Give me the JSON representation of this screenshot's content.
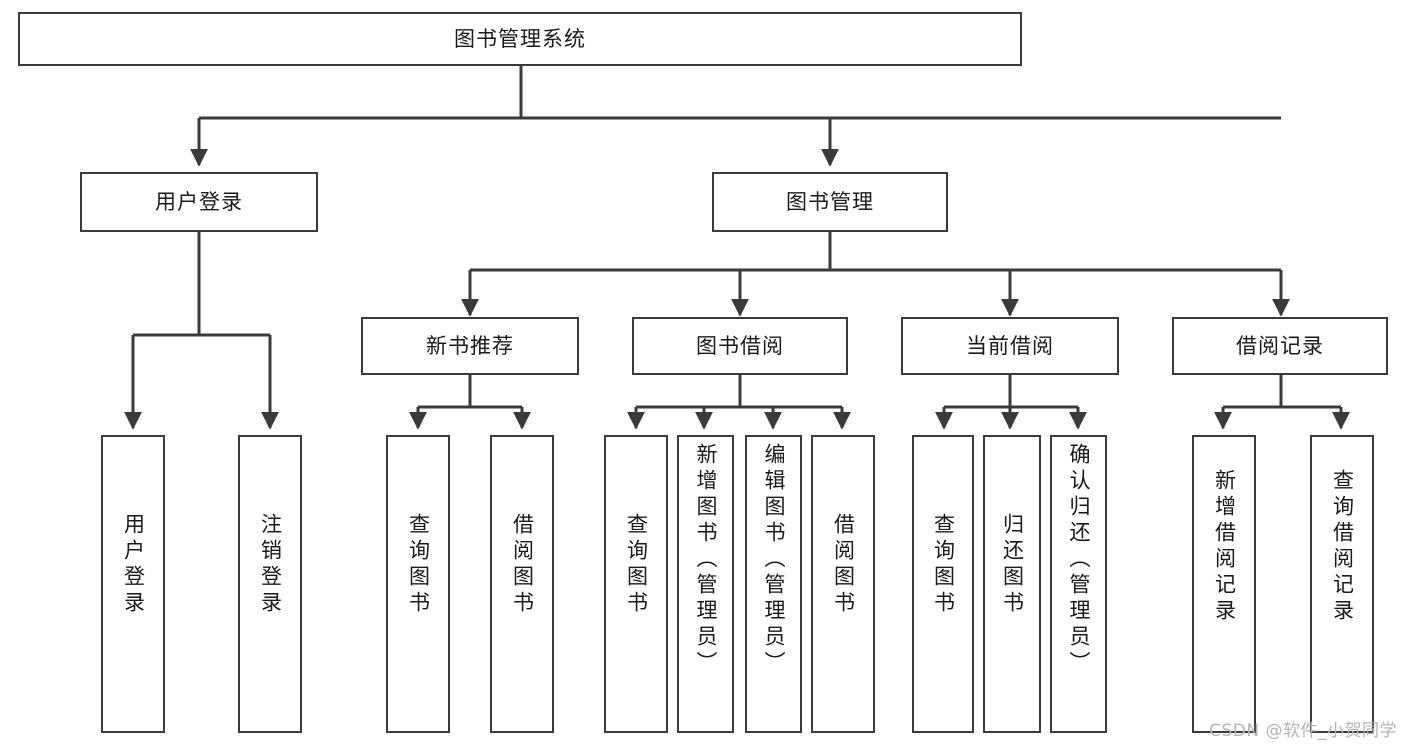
{
  "diagram": {
    "title": "图书管理系统",
    "type": "tree",
    "watermark": "CSDN @软件_小贺同学",
    "colors": {
      "stroke": "#3a3a3a",
      "fill": "#ffffff",
      "text": "#1a1a1a",
      "watermark": "#b4b4b4"
    },
    "nodes": {
      "root": {
        "label": "图书管理系统",
        "level": 0
      },
      "level1": [
        {
          "id": "user-login",
          "label": "用户登录"
        },
        {
          "id": "book-manage",
          "label": "图书管理"
        }
      ],
      "level2": [
        {
          "id": "new-book-recommend",
          "label": "新书推荐",
          "parent": "book-manage"
        },
        {
          "id": "book-borrow",
          "label": "图书借阅",
          "parent": "book-manage"
        },
        {
          "id": "current-borrow",
          "label": "当前借阅",
          "parent": "book-manage"
        },
        {
          "id": "borrow-record",
          "label": "借阅记录",
          "parent": "book-manage"
        }
      ],
      "leaves": [
        {
          "id": "leaf-user-login",
          "label": "用户登录",
          "parent": "user-login"
        },
        {
          "id": "leaf-logout-login",
          "label": "注销登录",
          "parent": "user-login"
        },
        {
          "id": "leaf-query-book-1",
          "label": "查询图书",
          "parent": "new-book-recommend"
        },
        {
          "id": "leaf-borrow-book-1",
          "label": "借阅图书",
          "parent": "new-book-recommend"
        },
        {
          "id": "leaf-query-book-2",
          "label": "查询图书",
          "parent": "book-borrow"
        },
        {
          "id": "leaf-add-book",
          "label": "新增图书（管理员）",
          "parent": "book-borrow"
        },
        {
          "id": "leaf-edit-book",
          "label": "编辑图书（管理员）",
          "parent": "book-borrow"
        },
        {
          "id": "leaf-borrow-book-2",
          "label": "借阅图书",
          "parent": "book-borrow"
        },
        {
          "id": "leaf-query-book-3",
          "label": "查询图书",
          "parent": "current-borrow"
        },
        {
          "id": "leaf-return-book",
          "label": "归还图书",
          "parent": "current-borrow"
        },
        {
          "id": "leaf-confirm-return",
          "label": "确认归还（管理员）",
          "parent": "current-borrow"
        },
        {
          "id": "leaf-add-record",
          "label": "新增借阅记录",
          "parent": "borrow-record"
        },
        {
          "id": "leaf-query-record",
          "label": "查询借阅记录",
          "parent": "borrow-record"
        }
      ]
    }
  }
}
